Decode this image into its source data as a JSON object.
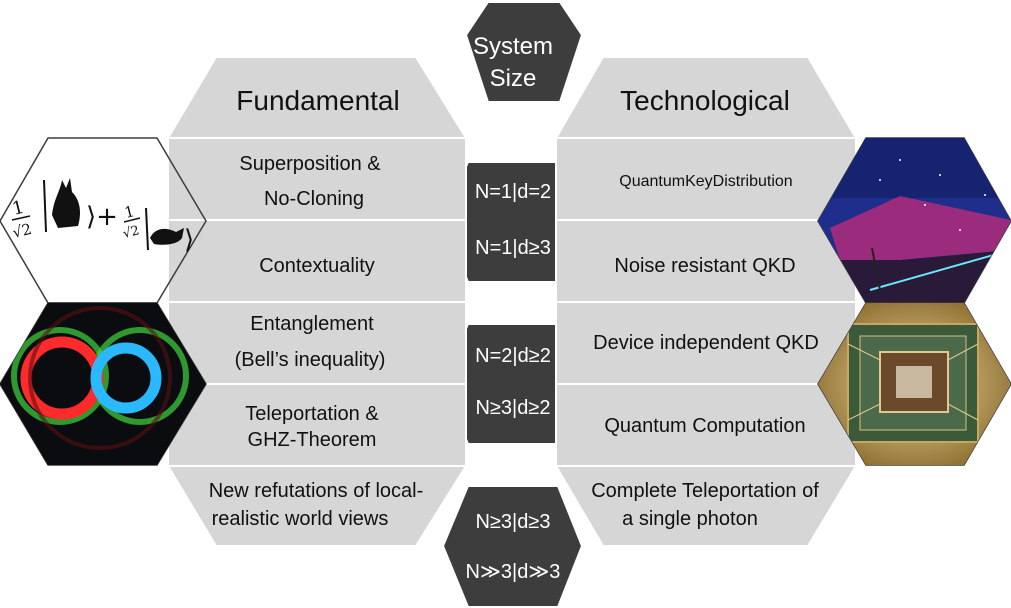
{
  "center_column": {
    "top_label_line1": "System",
    "top_label_line2": "Size",
    "levels": [
      "N=1|d=2",
      "N=1|d≥3",
      "N=2|d≥2",
      "N≥3|d≥2",
      "N≥3|d≥3",
      "N≫3|d≫3"
    ]
  },
  "fundamental": {
    "header": "Fundamental",
    "rows": [
      {
        "line1": "Superposition &",
        "line2": "No-Cloning"
      },
      {
        "line1": "Contextuality",
        "line2": ""
      },
      {
        "line1": "Entanglement",
        "line2": "(Bell’s inequality)"
      },
      {
        "line1": "Teleportation &",
        "line2": "GHZ-Theorem"
      },
      {
        "line1": "New refutations of local-",
        "line2": "realistic world views"
      }
    ]
  },
  "technological": {
    "header": "Technological",
    "rows": [
      {
        "line1": "QuantumKeyDistribution",
        "line2": ""
      },
      {
        "line1": "Noise resistant QKD",
        "line2": ""
      },
      {
        "line1": "Device independent QKD",
        "line2": ""
      },
      {
        "line1": "Quantum Computation",
        "line2": ""
      },
      {
        "line1": "Complete Teleportation of",
        "line2": "a single photon"
      }
    ]
  },
  "images": {
    "left_top": "schrodinger-cat-superposition-formula",
    "left_bottom": "entangled-photon-rings",
    "right_top": "night-sky-laser-beams",
    "right_bottom": "quantum-processor-chip"
  },
  "colors": {
    "gray": "#d6d6d6",
    "dark": "#3d3d3d",
    "ring_red": "#ff2a2a",
    "ring_blue": "#2ab8ff",
    "ring_green": "#3dd63d"
  }
}
